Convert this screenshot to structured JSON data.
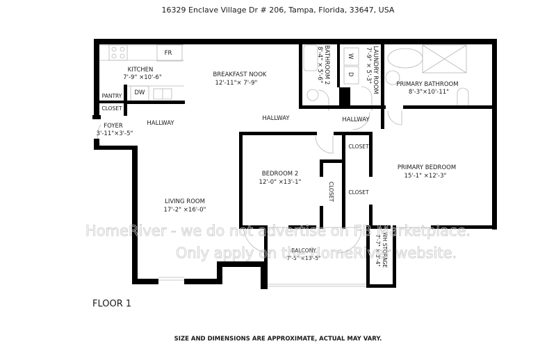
{
  "header": {
    "address": "16329 Enclave Village Dr # 206, Tampa, Florida, 33647, USA"
  },
  "floor": {
    "label": "FLOOR 1"
  },
  "footer": {
    "disclaimer": "SIZE AND DIMENSIONS ARE APPROXIMATE, ACTUAL MAY VARY."
  },
  "watermark": {
    "line1": "HomeRiver - we do not advertise on FB Marketplace.",
    "line2": "Only apply on the HomeRiver website."
  },
  "rooms": {
    "kitchen": {
      "name": "KITCHEN",
      "dims": "7'-9\" ×10'-6\""
    },
    "breakfast_nook": {
      "name": "BREAKFAST NOOK",
      "dims": "12'-11\"× 7'-9\""
    },
    "bathroom2": {
      "name": "BATHROOM 2",
      "dims": "8'-4\" × 5'-6\""
    },
    "laundry": {
      "name": "LAUNDRY ROOM",
      "dims": "7'-9\" × 5'-3\""
    },
    "primary_bathroom": {
      "name": "PRIMARY BATHROOM",
      "dims": "8'-3\"×10'-11\""
    },
    "pantry": {
      "name": "PANTRY"
    },
    "closet_foyer": {
      "name": "CLOSET"
    },
    "foyer": {
      "name": "FOYER",
      "dims": "3'-11\"×3'-5\""
    },
    "hallway_left": {
      "name": "HALLWAY"
    },
    "hallway_mid": {
      "name": "HALLWAY"
    },
    "hallway_right": {
      "name": "HALLWAY"
    },
    "closet_hall": {
      "name": "CLOSET"
    },
    "bedroom2": {
      "name": "BEDROOM 2",
      "dims": "12'-0\" ×13'-1\""
    },
    "closet_bed2": {
      "name": "CLOSET"
    },
    "closet_primary": {
      "name": "CLOSET"
    },
    "primary_bedroom": {
      "name": "PRIMARY BEDROOM",
      "dims": "15'-1\" ×12'-3\""
    },
    "living_room": {
      "name": "LIVING ROOM",
      "dims": "17'-2\" ×16'-0\""
    },
    "balcony": {
      "name": "BALCONY",
      "dims": "7'-5\" ×13'-5\""
    },
    "storage": {
      "name": "WH STORAGE",
      "dims": "7'-7\" × 3'-4\""
    }
  },
  "fixtures": {
    "fridge": "FR",
    "dishwasher": "DW",
    "washer": "W",
    "dryer": "D"
  }
}
